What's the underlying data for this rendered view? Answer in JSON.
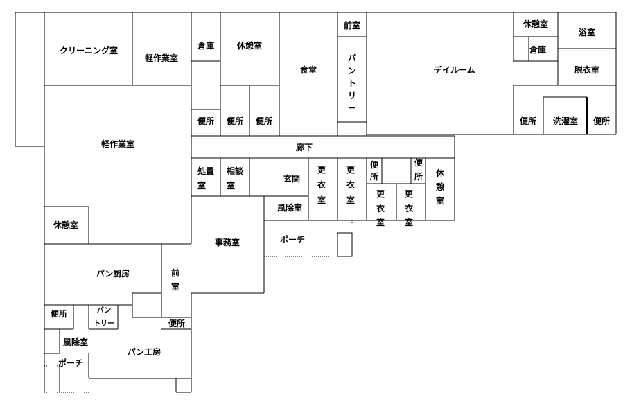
{
  "rooms": {
    "cleaning": "クリーニング室",
    "light_work_top": "軽作業室",
    "storage_1": "倉庫",
    "rest_1": "休憩室",
    "dining": "食堂",
    "anteroom_1": "前室",
    "pantry_1": [
      "パ",
      "ン",
      "ト",
      "リ",
      "ー"
    ],
    "dayroom": "デイルーム",
    "rest_2": "休憩室",
    "storage_2": "倉庫",
    "bath": "浴室",
    "undress": "脱衣室",
    "light_work_main": "軽作業室",
    "wc_1": "便所",
    "wc_2": "便所",
    "wc_3": "便所",
    "wc_4": "便所",
    "laundry": "洗濯室",
    "wc_5": "便所",
    "corridor": "廊下",
    "treatment": [
      "処置",
      "室"
    ],
    "consult": [
      "相談",
      "室"
    ],
    "entrance": "玄関",
    "windbreak_1": "風除室",
    "locker_1": [
      "更",
      "衣",
      "室"
    ],
    "locker_2": [
      "更",
      "衣",
      "室"
    ],
    "wc_6": [
      "便",
      "所"
    ],
    "wc_7": [
      "便",
      "所"
    ],
    "locker_3": [
      "更",
      "衣",
      "室"
    ],
    "locker_4": [
      "更",
      "衣",
      "室"
    ],
    "rest_3": [
      "休",
      "憩",
      "室"
    ],
    "office": "事務室",
    "porch_1": "ポーチ",
    "rest_4": "休憩室",
    "bread_kitchen": "パン厨房",
    "anteroom_2": [
      "前",
      "室"
    ],
    "wc_8": "便所",
    "pantry_2": [
      "パン",
      "トリー"
    ],
    "wc_9": "便所",
    "windbreak_2": "風除室",
    "bread_workshop": "パン工房",
    "porch_2": "ポーチ"
  }
}
